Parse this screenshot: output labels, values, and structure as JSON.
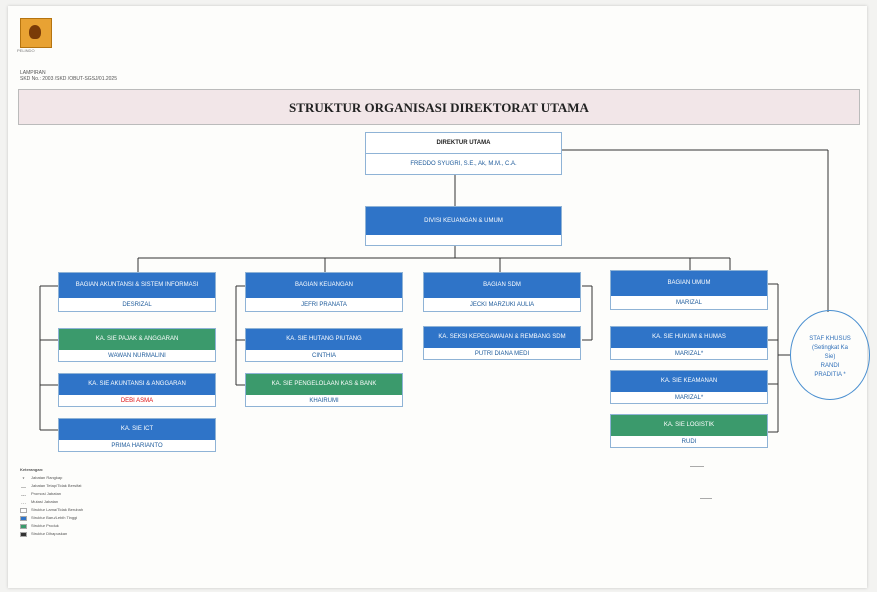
{
  "header": {
    "logo_caption": "PELINDO",
    "lampiran_label": "LAMPIRAN",
    "sk_number": "SKD No.: 2003 /SKD /OBUT-SGSJ/01.2025"
  },
  "title": "STRUKTUR ORGANISASI DIREKTORAT UTAMA",
  "director": {
    "title": "DIREKTUR UTAMA",
    "name": "FREDDO SYUGRI, S.E., Ak, M.M., C.A."
  },
  "division": {
    "title": "DIVISI KEUANGAN & UMUM",
    "name": ""
  },
  "columns": [
    {
      "head": {
        "title": "BAGIAN AKUNTANSI & SISTEM INFORMASI",
        "name": "DESRIZAL"
      },
      "units": [
        {
          "title": "KA. SIE PAJAK & ANGGARAN",
          "name": "WAWAN NURMALINI",
          "color": "green",
          "red": false
        },
        {
          "title": "KA. SIE AKUNTANSI & ANGGARAN",
          "name": "DEBI ASMA",
          "color": "blue",
          "red": true
        },
        {
          "title": "KA. SIE ICT",
          "name": "PRIMA HARIANTO",
          "color": "blue",
          "red": false
        }
      ]
    },
    {
      "head": {
        "title": "BAGIAN KEUANGAN",
        "name": "JEFRI PRANATA"
      },
      "units": [
        {
          "title": "KA. SIE HUTANG PIUTANG",
          "name": "CINTHIA",
          "color": "blue",
          "red": false
        },
        {
          "title": "KA. SIE PENGELOLAAN KAS & BANK",
          "name": "KHAIRUMI",
          "color": "green",
          "red": false
        }
      ]
    },
    {
      "head": {
        "title": "BAGIAN SDM",
        "name": "JECKI MARZUKI AULIA"
      },
      "units": [
        {
          "title": "KA. SEKSI KEPEGAWAIAN & REMBANG SDM",
          "name": "PUTRI DIANA MEDI",
          "color": "blue",
          "red": false
        }
      ]
    },
    {
      "head": {
        "title": "BAGIAN UMUM",
        "name": "MARIZAL"
      },
      "units": [
        {
          "title": "KA. SIE HUKUM & HUMAS",
          "name": "MARIZAL*",
          "color": "blue",
          "red": false
        },
        {
          "title": "KA. SIE KEAMANAN",
          "name": "MARIZAL*",
          "color": "blue",
          "red": false
        },
        {
          "title": "KA. SIE LOGISTIK",
          "name": "RUDI",
          "color": "green",
          "red": false
        }
      ]
    }
  ],
  "staf": {
    "line1": "STAF KHUSUS",
    "line2": "(Setingkat Ka",
    "line3": "Sie)",
    "line4": "RANDI",
    "line5": "PRADITIA *"
  },
  "legend": {
    "title": "Keterangan:",
    "items": [
      {
        "mark": "*",
        "text": "Jabatan Rangkap"
      },
      {
        "mark": "—",
        "text": "Jabatan Tetap/Tidak Bersifat"
      },
      {
        "mark": "---",
        "text": "Promosi Jabatan"
      },
      {
        "mark": "···",
        "text": "Mutasi Jabatan"
      },
      {
        "mark": "",
        "text": "Struktur Lama/Tidak Berubah",
        "swatch": "#ffffff"
      },
      {
        "mark": "",
        "text": "Struktur Baru/Lebih Tinggi",
        "swatch": "#2f74c8"
      },
      {
        "mark": "",
        "text": "Struktur Produk",
        "swatch": "#3b9a6c"
      },
      {
        "mark": "",
        "text": "Struktur Dihapuskan",
        "swatch": "#333333"
      }
    ]
  }
}
